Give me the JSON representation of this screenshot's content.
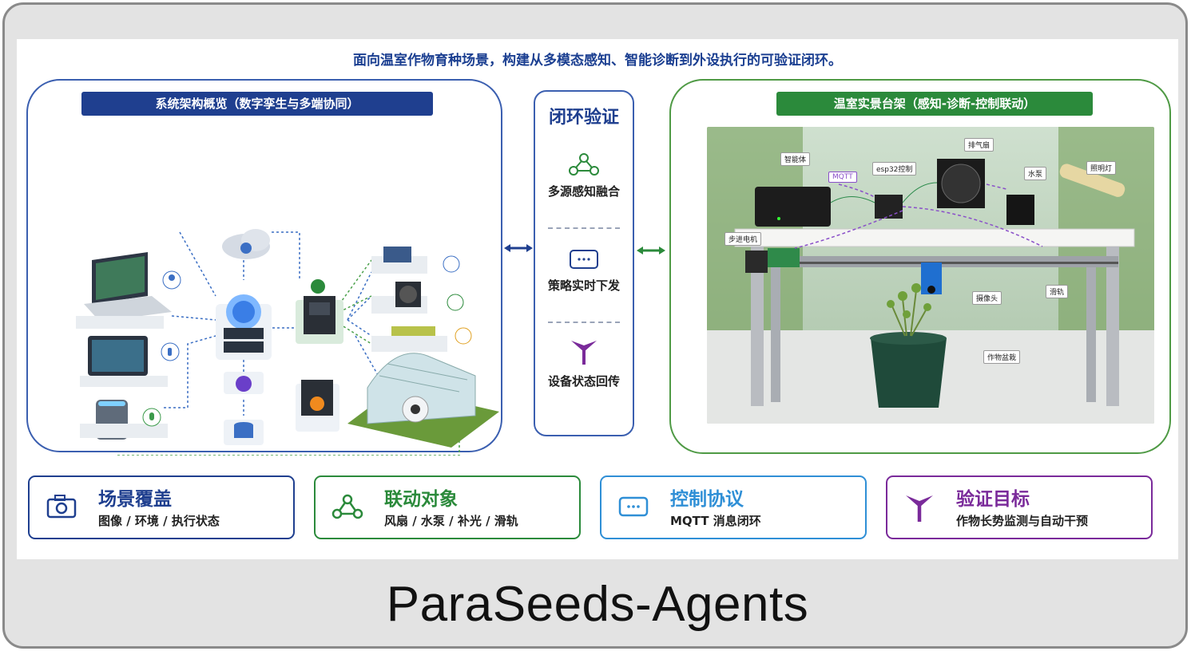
{
  "headline": "面向温室作物育种场景，构建从多模态感知、智能诊断到外设执行的可验证闭环。",
  "left_panel": {
    "banner": "系统架构概览（数字孪生与多端协同）"
  },
  "right_panel": {
    "banner": "温室实景台架（感知-诊断-控制联动）",
    "labels": {
      "smart_body": "智能体",
      "mqtt": "MQTT",
      "esp32": "esp32控制",
      "exhaust_fan": "排气扇",
      "water_pump": "水泵",
      "light": "照明灯",
      "stepper": "步进电机",
      "camera": "摄像头",
      "rail": "滑轨",
      "plant_pot": "作物盆栽"
    }
  },
  "middle_panel": {
    "title": "闭环验证",
    "items": [
      {
        "label": "多源感知融合",
        "icon": "network-nodes-icon"
      },
      {
        "label": "策略实时下发",
        "icon": "message-icon"
      },
      {
        "label": "设备状态回传",
        "icon": "sprout-icon"
      }
    ]
  },
  "cards": [
    {
      "title": "场景覆盖",
      "subtitle": "图像 / 环境 / 执行状态",
      "icon": "camera-icon",
      "color": "#1f3f8f"
    },
    {
      "title": "联动对象",
      "subtitle": "风扇 / 水泵 / 补光 / 滑轨",
      "icon": "network-nodes-icon",
      "color": "#2b8a3b"
    },
    {
      "title": "控制协议",
      "subtitle": "MQTT 消息闭环",
      "icon": "message-icon",
      "color": "#2f8fd6"
    },
    {
      "title": "验证目标",
      "subtitle": "作物长势监测与自动干预",
      "icon": "sprout-icon",
      "color": "#7a2a9a"
    }
  ],
  "footer": {
    "title": "ParaSeeds-Agents"
  },
  "colors": {
    "blue": "#1f3f8f",
    "green": "#2b8a3b",
    "lightblue": "#2f8fd6",
    "purple": "#7a2a9a"
  }
}
